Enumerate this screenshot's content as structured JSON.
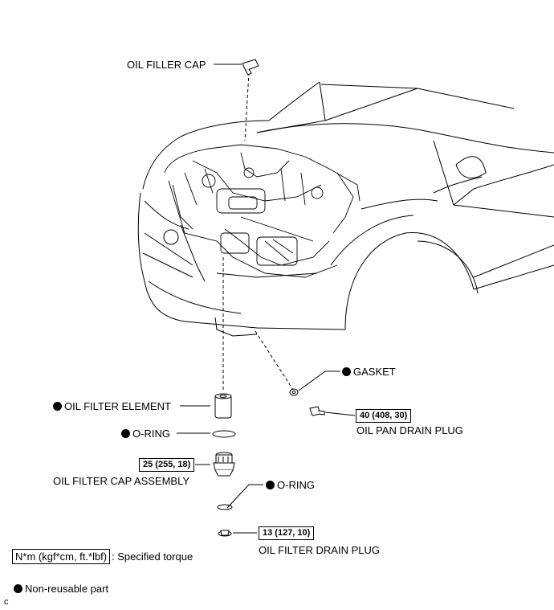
{
  "labels": {
    "oil_filler_cap": "OIL FILLER CAP",
    "gasket": "GASKET",
    "oil_filter_element": "OIL FILTER ELEMENT",
    "o_ring_1": "O-RING",
    "o_ring_2": "O-RING",
    "oil_pan_drain_plug": "OIL PAN DRAIN PLUG",
    "oil_filter_cap_assembly": "OIL FILTER CAP ASSEMBLY",
    "oil_filter_drain_plug": "OIL FILTER DRAIN PLUG"
  },
  "torques": {
    "oil_pan_drain_plug": "40 (408, 30)",
    "oil_filter_cap_assembly": "25 (255, 18)",
    "oil_filter_drain_plug": "13 (127, 10)"
  },
  "legend": {
    "torque_unit": "N*m (kgf*cm, ft.*lbf)",
    "torque_text": ": Specified torque",
    "non_reusable": "Non-reusable part"
  },
  "corner_mark": "c"
}
